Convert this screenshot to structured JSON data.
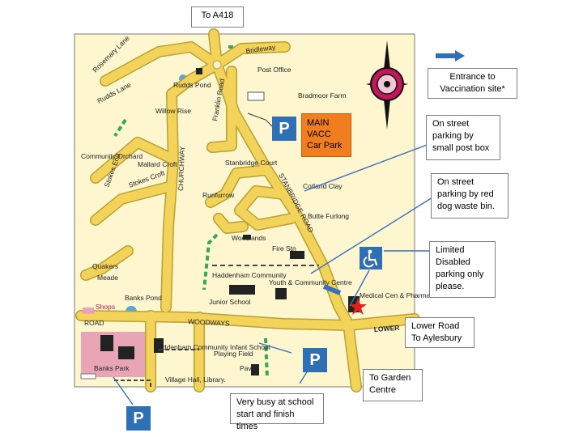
{
  "callouts": {
    "to_a418": "To A418",
    "entrance_line1": "Entrance to",
    "entrance_line2": "Vaccination site*",
    "post_box_line1": "On street",
    "post_box_line2": "parking by",
    "post_box_line3": "small post box",
    "dog_bin_line1": "On street",
    "dog_bin_line2": "parking by red",
    "dog_bin_line3": "dog waste bin.",
    "disabled_line1": "Limited",
    "disabled_line2": "Disabled",
    "disabled_line3": "parking only",
    "disabled_line4": "please.",
    "lower_road_line1": "Lower Road",
    "lower_road_line2": "To Aylesbury",
    "garden_line1": "To Garden",
    "garden_line2": "Centre",
    "school_line1": "Very busy at school",
    "school_line2": "start and finish times"
  },
  "vacc_carpark": {
    "line1": "MAIN",
    "line2": "VACC",
    "line3": "Car Park"
  },
  "parking_symbol": "P",
  "map_labels": {
    "bridleway": "Bridleway",
    "post_office": "Post Office",
    "rudds_pond": "Rudds Pond",
    "rudds_lane": "Rudds Lane",
    "rosemary_lane": "Rosemary Lane",
    "willow_rise": "Willow Rise",
    "bradmoor_farm": "Bradmoor Farm",
    "franklin_road": "Franklin Road",
    "stanbridge_court": "Stanbridge Court",
    "cotland_clay": "Cotland Clay",
    "runfurrow": "Runfurrow",
    "butte_furlong": "Butte Furlong",
    "woodlands": "Woodlands",
    "fire_station": "Fire Stn",
    "mallard_croft": "Mallard Croft",
    "stokes_croft": "Stokes Croft",
    "churchway": "CHURCHWAY",
    "stanbridge_road": "STANBRIDGE ROAD",
    "community_orchard": "Community Orchard",
    "stokes_end": "Stokes End",
    "haddenham_community": "Haddenham Community",
    "junior_school": "Junior School",
    "youth_centre": "Youth & Community Centre",
    "medical_centre": "Medical Cen & Pharmac",
    "banks_pond": "Banks Pond",
    "woodways": "WOODWAYS",
    "lower": "LOWER",
    "road_left": "ROAD",
    "shops": "Shops",
    "banks_park": "Banks Park",
    "infant_school": "Haddenham Community Infant School",
    "playing_field": "Playing Field",
    "village_hall": "Village Hall, Library.",
    "pav": "Pav",
    "quakers": "Quakers",
    "meade": "Meade"
  },
  "colors": {
    "road_fill": "#f4d35a",
    "road_edge": "#b8a132",
    "map_background": "#fdf6cf",
    "footpath": "#3aa655",
    "parking_blue": "#2f6fb3",
    "vacc_orange": "#f07d1f",
    "callout_line": "#3a6fbf",
    "star_red": "#e0201b",
    "park_pink": "#e8a5b5"
  },
  "icons": [
    "wheelchair-icon",
    "compass-rose-icon",
    "red-star-icon",
    "entrance-arrow-icon"
  ]
}
